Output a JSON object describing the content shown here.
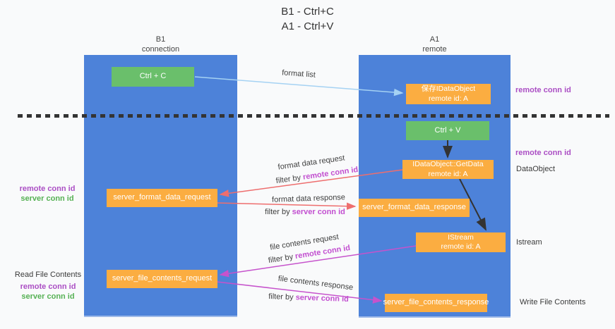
{
  "title": {
    "line1": "B1 - Ctrl+C",
    "line2": "A1 - Ctrl+V"
  },
  "lifelines": {
    "left": {
      "name": "B1",
      "role": "connection"
    },
    "right": {
      "name": "A1",
      "role": "remote"
    }
  },
  "boxes": {
    "ctrl_c": {
      "label": "Ctrl + C"
    },
    "save_dataobject": {
      "line1": "保存IDataObject",
      "line2": "remote id: A"
    },
    "ctrl_v": {
      "label": "Ctrl + V"
    },
    "getdata": {
      "line1": "IDataObject::GetData",
      "line2": "remote id: A"
    },
    "server_format_data_request": {
      "label": "server_format_data_request"
    },
    "server_format_data_response": {
      "label": "server_format_data_response"
    },
    "istream": {
      "line1": "IStream",
      "line2": "remote id: A"
    },
    "server_file_contents_request": {
      "label": "server_file_contents_request"
    },
    "server_file_contents_response": {
      "label": "server_file_contents_response"
    }
  },
  "annotations": {
    "right_top_remote_conn_id": "remote conn id",
    "right_mid_remote_conn_id": "remote conn id",
    "dataobject": "DataObject",
    "istream": "Istream",
    "write_file_contents": "Write File Contents",
    "left_remote_conn_id": "remote conn id",
    "left_server_conn_id": "server conn id",
    "read_file_contents": "Read File Contents",
    "left2_remote_conn_id": "remote conn id",
    "left2_server_conn_id": "server conn id"
  },
  "flow_labels": {
    "format_list": "format list",
    "format_data_request": "format data request",
    "format_data_response": "format data response",
    "file_contents_request": "file contents request",
    "file_contents_response": "file contents response",
    "filter_prefix": "filter by ",
    "remote_conn_id": "remote conn id",
    "server_conn_id": "server conn id"
  },
  "colors": {
    "background": "#f9fafb",
    "lifeline_blue": "#4d82d9",
    "box_orange": "#fbad41",
    "box_green": "#6abf6b",
    "arrow_light_blue": "#a5d2f3",
    "arrow_salmon": "#ee6e6e",
    "arrow_magenta": "#c653cc",
    "arrow_black": "#333333",
    "purple_text": "#ab4ec4",
    "magenta_text": "#c24fd0",
    "green_text": "#56b154"
  }
}
